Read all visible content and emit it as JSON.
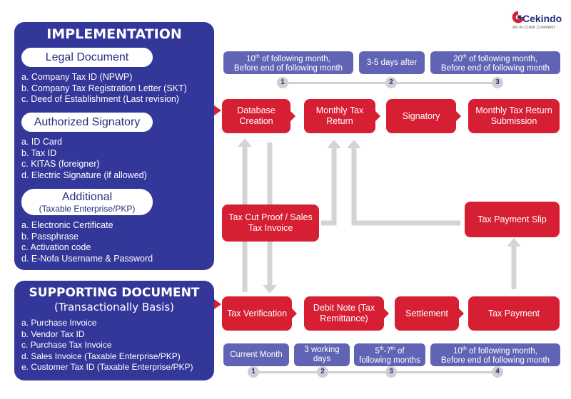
{
  "logo": {
    "name": "Cekindo",
    "tagline": "AN IN.CORP COMPANY"
  },
  "implementation": {
    "title": "IMPLEMENTATION",
    "legal": {
      "label": "Legal Document",
      "items": [
        "a. Company Tax ID (NPWP)",
        "b. Company Tax Registration Letter (SKT)",
        "c. Deed of Establishment (Last revision)"
      ]
    },
    "signatory": {
      "label": "Authorized Signatory",
      "items": [
        "a. ID Card",
        "b. Tax ID",
        "c. KITAS (foreigner)",
        "d. Electric Signature (if allowed)"
      ]
    },
    "additional": {
      "label": "Additional",
      "sublabel": "(Taxable Enterprise/PKP)",
      "items": [
        "a. Electronic Certificate",
        "b. Passphrase",
        "c. Activation code",
        "d. E-Nofa Username & Password"
      ]
    }
  },
  "supporting": {
    "title": "SUPPORTING DOCUMENT",
    "subtitle": "(Transactionally Basis)",
    "items": [
      "a. Purchase Invoice",
      "b. Vendor Tax ID",
      "c. Purchase Tax Invoice",
      "d. Sales Invoice (Taxable Enterprise/PKP)",
      "e. Customer Tax ID (Taxable Enterprise/PKP)"
    ]
  },
  "top_timeline": {
    "boxes": [
      {
        "pre": "10",
        "sup": "th",
        "post": " of following month,",
        "line2": "Before end of following month"
      },
      {
        "pre": "3-5 days after",
        "sup": "",
        "post": "",
        "line2": ""
      },
      {
        "pre": "20",
        "sup": "th",
        "post": " of following month,",
        "line2": "Before end of following month"
      }
    ],
    "numbers": [
      "1",
      "2",
      "3"
    ]
  },
  "top_flow": [
    "Database Creation",
    "Monthly Tax Return",
    "Signatory",
    "Monthly Tax Return Submission"
  ],
  "middle": {
    "tax_cut_proof": "Tax Cut Proof / Sales Tax Invoice",
    "tax_payment_slip": "Tax Payment Slip"
  },
  "bottom_flow": [
    "Tax Verification",
    "Debit Note (Tax Remittance)",
    "Settlement",
    "Tax Payment"
  ],
  "bottom_timeline": {
    "boxes": [
      {
        "pre": "Current Month",
        "sup": "",
        "post": "",
        "line2": ""
      },
      {
        "pre": "3 working",
        "sup": "",
        "post": "",
        "line2": "days"
      },
      {
        "pre": "5",
        "sup": "th",
        "post": "-7",
        "sup2": "th",
        "post2": " of",
        "line2": "following months"
      },
      {
        "pre": "10",
        "sup": "th",
        "post": " of following month,",
        "line2": "Before end of following month"
      }
    ],
    "numbers": [
      "1",
      "2",
      "3",
      "4"
    ]
  },
  "colors": {
    "navy": "#34379a",
    "red": "#d61f33",
    "time": "#6164b4",
    "arrow": "#d4d4d4"
  }
}
